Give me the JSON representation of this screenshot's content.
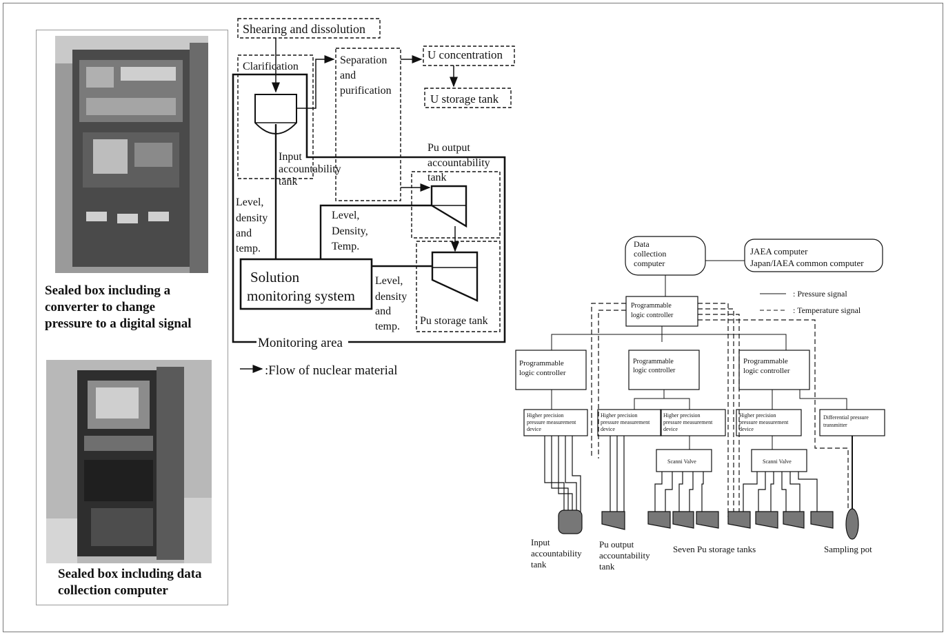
{
  "photos": {
    "top_caption": [
      "Sealed box including a",
      "converter to change",
      "pressure to a digital signal"
    ],
    "bottom_caption": [
      "Sealed box including data",
      "collection computer"
    ]
  },
  "flow_diagram": {
    "shearing": "Shearing and dissolution",
    "clarification": "Clarification",
    "separation": [
      "Separation",
      "and",
      "purification"
    ],
    "u_concentration": "U concentration",
    "u_storage": "U storage tank",
    "input_tank": [
      "Input",
      "accountability",
      "tank"
    ],
    "pu_output_tank": [
      "Pu output",
      "accountability",
      "tank"
    ],
    "level_left": [
      "Level,",
      "density",
      "and",
      "temp."
    ],
    "level_mid": [
      "Level,",
      "Density,",
      "Temp."
    ],
    "level_right": [
      "Level,",
      "density",
      "and",
      "temp."
    ],
    "solution_monitoring": [
      "Solution",
      "monitoring system"
    ],
    "pu_storage": "Pu storage tank",
    "monitoring_area": "Monitoring area",
    "legend": ":Flow of nuclear material"
  },
  "system_diagram": {
    "data_computer": [
      "Data",
      "collection",
      "computer"
    ],
    "jaea_computer": [
      "JAEA computer",
      "Japan/IAEA common computer"
    ],
    "legend_pressure": ": Pressure signal",
    "legend_temperature": ": Temperature signal",
    "plc_main": [
      "Programmable",
      "logic controller"
    ],
    "plc_left": [
      "Programmable",
      "logic controller"
    ],
    "plc_mid": [
      "Programmable",
      "logic controller"
    ],
    "plc_right": [
      "Programmable",
      "logic controller"
    ],
    "device_1": [
      "Higher precision",
      "pressure measurement",
      "device"
    ],
    "device_2": [
      "Higher precision",
      "pressure measurement",
      "device"
    ],
    "device_3": [
      "Higher precision",
      "pressure measurement",
      "device"
    ],
    "device_4": [
      "Higher precision",
      "pressure measurement",
      "device"
    ],
    "device_5": [
      "Differential pressure",
      "transmitter"
    ],
    "scanni_valve_1": "Scanni Valve",
    "scanni_valve_2": "Scanni Valve",
    "label_input_tank": [
      "Input",
      "accountability",
      "tank"
    ],
    "label_pu_output_tank": [
      "Pu output",
      "accountability",
      "tank"
    ],
    "label_seven_tanks": "Seven Pu storage tanks",
    "label_sampling_pot": "Sampling pot"
  }
}
